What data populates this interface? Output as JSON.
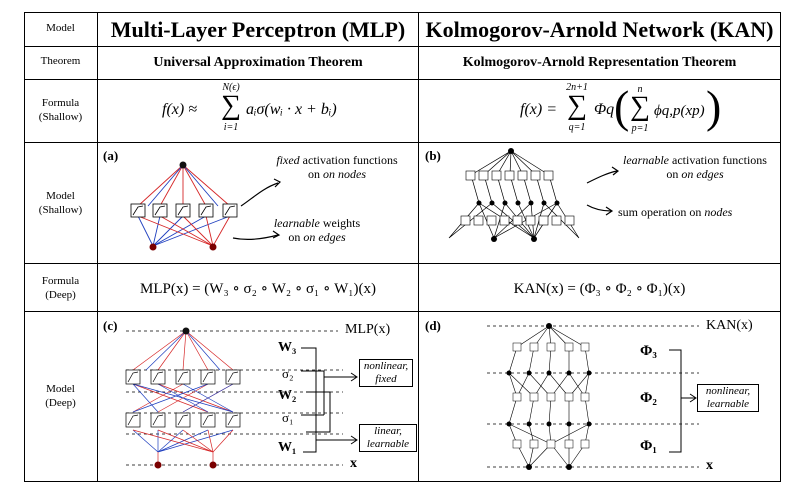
{
  "headers": {
    "row_model": "Model",
    "mlp_title": "Multi-Layer Perceptron (MLP)",
    "kan_title": "Kolmogorov-Arnold Network (KAN)"
  },
  "row_labels": {
    "theorem": "Theorem",
    "formula_shallow": [
      "Formula",
      "(Shallow)"
    ],
    "model_shallow": [
      "Model",
      "(Shallow)"
    ],
    "formula_deep": [
      "Formula",
      "(Deep)"
    ],
    "model_deep": [
      "Model",
      "(Deep)"
    ]
  },
  "theorems": {
    "mlp": "Universal Approximation Theorem",
    "kan": "Kolmogorov-Arnold Representation Theorem"
  },
  "formulas_shallow": {
    "mlp": {
      "lhs": "f(x) ≈",
      "sum_top": "N(ϵ)",
      "sum_bottom": "i=1",
      "body": "aᵢσ(wᵢ · x + bᵢ)"
    },
    "kan": {
      "lhs": "f(x) =",
      "outer_top": "2n+1",
      "outer_bottom": "q=1",
      "outer_func": "Φq",
      "inner_top": "n",
      "inner_bottom": "p=1",
      "inner_func": "ϕq,p(xp)"
    }
  },
  "panels": {
    "a": "(a)",
    "b": "(b)",
    "c": "(c)",
    "d": "(d)"
  },
  "annotations_shallow": {
    "mlp_fixed": [
      "fixed",
      "activation functions",
      "on nodes"
    ],
    "mlp_learnable": [
      "learnable",
      "weights",
      "on edges"
    ],
    "kan_learnable": [
      "learnable",
      "activation functions",
      "on edges"
    ],
    "kan_sum": [
      "sum operation on",
      "nodes"
    ]
  },
  "formulas_deep": {
    "mlp": "MLP(x) = (W₃ ∘ σ₂ ∘ W₂ ∘ σ₁ ∘ W₁)(x)",
    "kan": "KAN(x) = (Φ₃ ∘ Φ₂ ∘ Φ₁)(x)"
  },
  "deep_mlp": {
    "output": "MLP(x)",
    "input": "x",
    "layers": [
      "W₃",
      "σ₂",
      "W₂",
      "σ₁",
      "W₁"
    ],
    "box_nonlinear": [
      "nonlinear,",
      "fixed"
    ],
    "box_linear": [
      "linear,",
      "learnable"
    ]
  },
  "deep_kan": {
    "output": "KAN(x)",
    "input": "x",
    "layers": [
      "Φ₃",
      "Φ₂",
      "Φ₁"
    ],
    "box": [
      "nonlinear,",
      "learnable"
    ]
  },
  "colors": {
    "red": "#d62728",
    "blue": "#1f3fbf",
    "grid": "#000000"
  }
}
